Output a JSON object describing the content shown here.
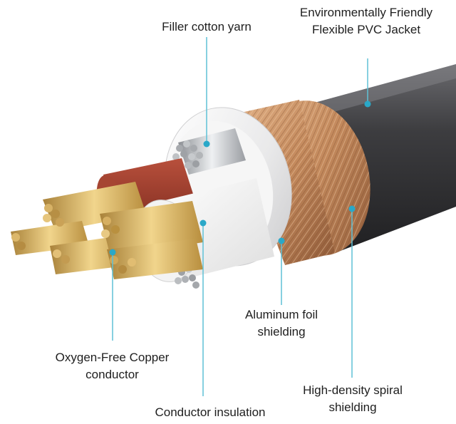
{
  "labels": {
    "filler": [
      "Filler cotton yarn"
    ],
    "jacket": [
      "Environmentally Friendly",
      "Flexible PVC Jacket"
    ],
    "foil": [
      "Aluminum foil",
      "shielding"
    ],
    "conductor": [
      "Oxygen-Free Copper",
      "conductor"
    ],
    "spiral": [
      "High-density spiral",
      "shielding"
    ],
    "insulation": [
      "Conductor insulation"
    ]
  },
  "colors": {
    "leader": "#5fc1d6",
    "jacket": "#3a3a3c",
    "copper_shield": "#c98f64",
    "foil": "#eeeeee",
    "red_insulation": "#9e3a2a",
    "gold_conductor": "#d8b463",
    "silver_conductor": "#b9bcc0"
  }
}
